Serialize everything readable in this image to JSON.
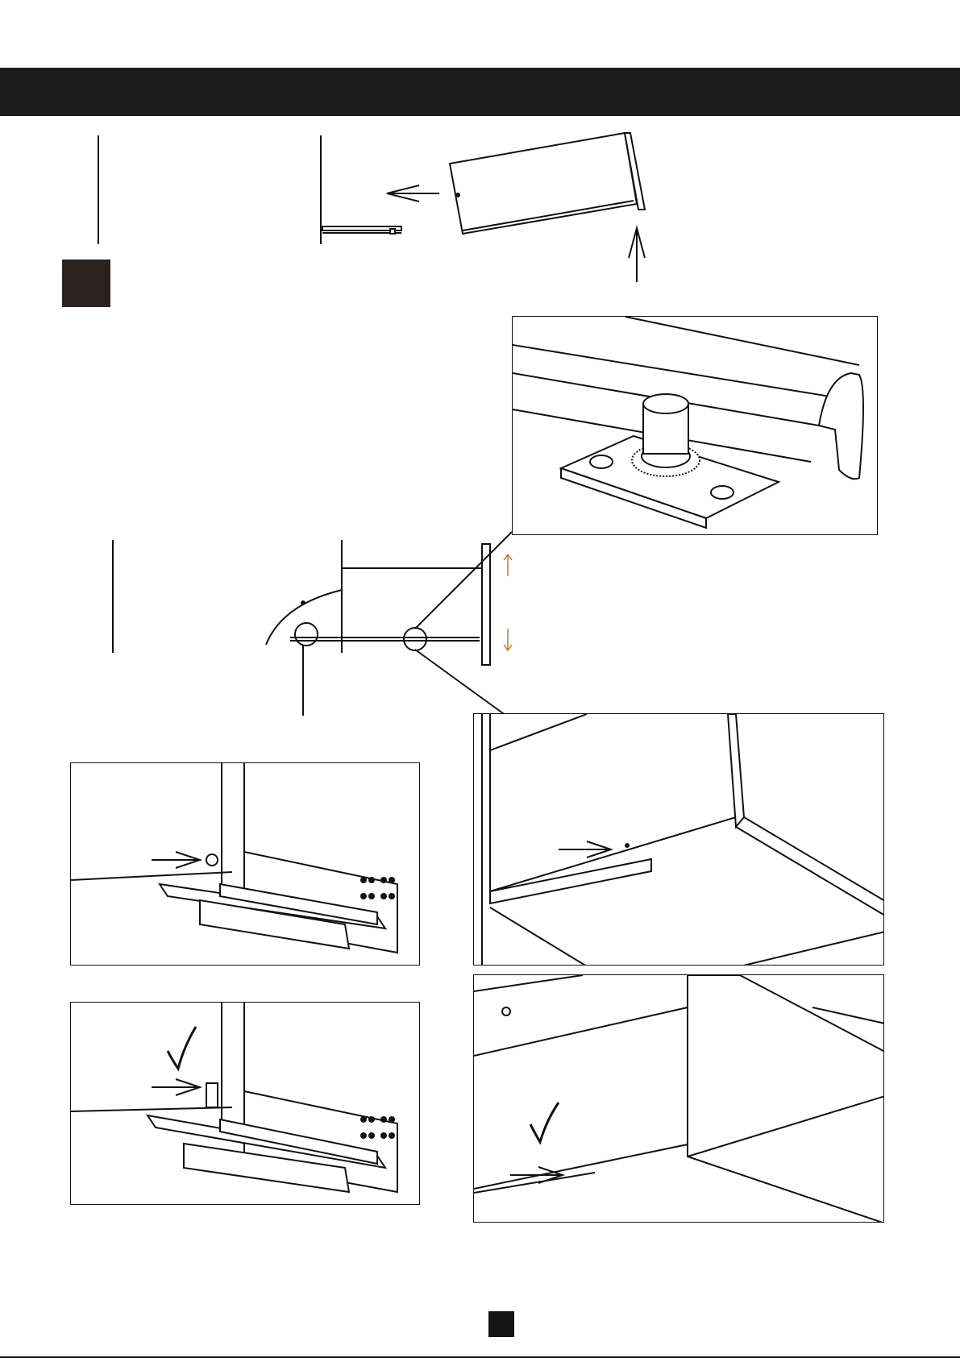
{
  "page": {
    "background": "#ffffff",
    "ink_color": "#111111",
    "header_bar_color": "#1c1c1c",
    "step_badge_color": "#2b2220",
    "page_badge_color": "#141414"
  },
  "header": {
    "title": ""
  },
  "step": {
    "number": ""
  },
  "footer": {
    "page_number": ""
  },
  "figures": {
    "top_overview": "drawer-insert-diagram",
    "hinge_detail": "gear-pin-closeup",
    "side_view": "drawer-side-elevation",
    "rail_detail_left_1": "rail-latch-closeup",
    "rail_detail_left_2": "rail-latch-correct",
    "rail_detail_right_1": "drawer-rail-closeup",
    "rail_detail_right_2": "drawer-rail-correct"
  },
  "icons": [
    "arrow-icon",
    "check-icon",
    "up-arrow-icon",
    "down-arrow-icon"
  ]
}
